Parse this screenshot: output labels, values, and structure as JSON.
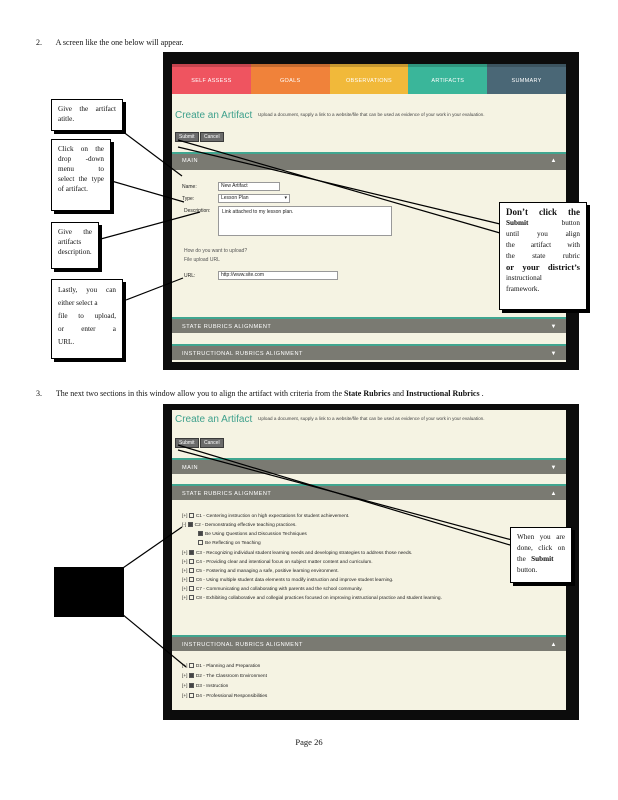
{
  "step2": {
    "number": "2.",
    "text": "A screen  like  the  one  below  will  appear."
  },
  "step3": {
    "number": "3.",
    "text_a": "The  next  two  sections   in  this  window   allow  you  to  align  the  artifact with        criteria from     the ",
    "bold_a": "State  Rubrics",
    "text_b": " and ",
    "bold_b": "Instructional   Rubrics",
    "text_c": " ."
  },
  "screen1": {
    "tabs": [
      {
        "label": "SELF ASSESS",
        "color": "#ef5460"
      },
      {
        "label": "GOALS",
        "color": "#f0823a"
      },
      {
        "label": "OBSERVATIONS",
        "color": "#f1b93a"
      },
      {
        "label": "ARTIFACTS",
        "color": "#3ab69a"
      },
      {
        "label": "SUMMARY",
        "color": "#4a6776"
      }
    ],
    "title": "Create an Artifact",
    "subtitle": "Upload a document, supply a link to a website/file that can be used as evidence of your work in your evaluation.",
    "submit": "Submit",
    "cancel": "Cancel",
    "main_bar": "MAIN",
    "name_label": "Name:",
    "name_value": "New Artifact",
    "type_label": "Type:",
    "type_value": "Lesson Plan",
    "description_label": "Description:",
    "description_value": "Link attached to my lesson plan.",
    "upload_question": "How do you want to upload?",
    "upload_option": "File upload                URL",
    "url_label": "URL:",
    "url_value": "http://www.site.com",
    "state_bar": "STATE RUBRICS ALIGNMENT",
    "instr_bar": "INSTRUCTIONAL RUBRICS ALIGNMENT"
  },
  "screen2": {
    "title": "Create an Artifact",
    "subtitle": "Upload a document, supply a link to a website/file that can be used as evidence of your work in your evaluation.",
    "submit": "Submit",
    "cancel": "Cancel",
    "main_bar": "MAIN",
    "state_bar": "STATE RUBRICS ALIGNMENT",
    "state_items": [
      {
        "prefix": "[+]",
        "checked": false,
        "text": "C1 - Centering instruction on high expectations for student achievement."
      },
      {
        "prefix": "[-]",
        "checked": true,
        "text": "C2 - Demonstrating effective teaching practices."
      },
      {
        "prefix": "",
        "checked": true,
        "text": "Be Using Questions and Discussion Techniques",
        "indent": true
      },
      {
        "prefix": "",
        "checked": false,
        "text": "Be Reflecting on Teaching",
        "indent": true
      },
      {
        "prefix": "[+]",
        "checked": true,
        "text": "C3 - Recognizing individual student learning needs and developing strategies to address those needs."
      },
      {
        "prefix": "[+]",
        "checked": false,
        "text": "C4 - Providing clear and intentional focus on subject matter content and curriculum."
      },
      {
        "prefix": "[+]",
        "checked": false,
        "text": "C5 - Fostering and managing a safe, positive learning environment."
      },
      {
        "prefix": "[+]",
        "checked": false,
        "text": "C6 - Using multiple student data elements to modify instruction and improve student learning."
      },
      {
        "prefix": "[+]",
        "checked": false,
        "text": "C7 - Communicating and collaborating with parents and the school community."
      },
      {
        "prefix": "[+]",
        "checked": false,
        "text": "C8 - Exhibiting collaborative and collegial practices focused on improving instructional practice and student learning."
      }
    ],
    "instr_bar": "INSTRUCTIONAL RUBRICS ALIGNMENT",
    "instr_items": [
      {
        "prefix": "[+]",
        "text": "D1 - Planning and Preparation"
      },
      {
        "prefix": "[+]",
        "text": "D2 - The Classroom Environment"
      },
      {
        "prefix": "[+]",
        "text": "D3 - Instruction"
      },
      {
        "prefix": "[+]",
        "text": "D4 - Professional Responsibilities"
      }
    ]
  },
  "callouts": {
    "title_note": [
      "Give   the   artifact",
      "atitle."
    ],
    "type_note": [
      "Click on        the",
      "drop  -down",
      "menu      to",
      "select the       type",
      "of  artifact."
    ],
    "desc_note": [
      "Give   the",
      "artifacts",
      "description."
    ],
    "upload_note": [
      "Lastly,   you  can",
      "either select a",
      "file  to  upload,",
      "or enter       a",
      "URL."
    ],
    "dont_click": {
      "heading": "Don’t click the",
      "l2a": "Submit",
      "l2b": "button",
      "l3": "until you     align",
      "l4": "the   artifact with",
      "l5": "the   state   rubric",
      "l6": "or your district’s",
      "l7": "instructional",
      "l8": "framework."
    },
    "when_done": {
      "l1": "When     you    are",
      "l2": "done,    click on",
      "l3a": "the",
      "l3b": "Submit",
      "l4": "button."
    }
  },
  "footer": "Page   26"
}
